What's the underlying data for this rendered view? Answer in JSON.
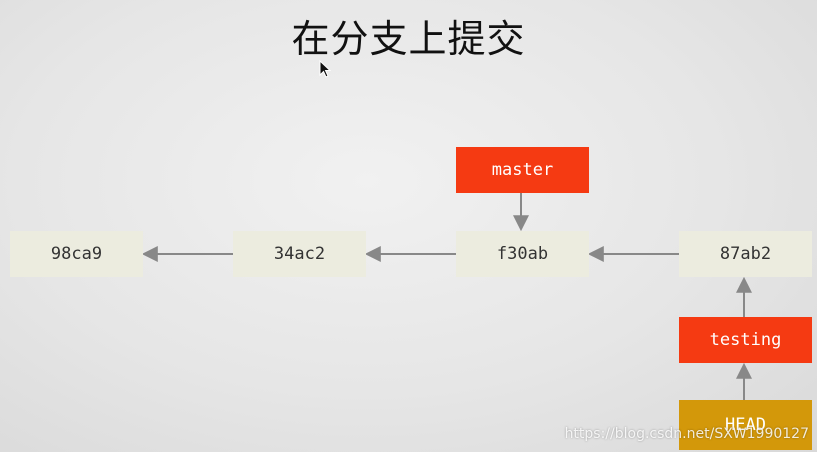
{
  "title": "在分支上提交",
  "commits": [
    {
      "id": "98ca9"
    },
    {
      "id": "34ac2"
    },
    {
      "id": "f30ab"
    },
    {
      "id": "87ab2"
    }
  ],
  "branches": {
    "master": "master",
    "testing": "testing",
    "head": "HEAD"
  },
  "colors": {
    "commit_fill": "#ececdf",
    "branch_fill": "#f53a12",
    "head_fill": "#d3980a",
    "arrow": "#888888"
  },
  "watermark": "https://blog.csdn.net/SXW1990127"
}
